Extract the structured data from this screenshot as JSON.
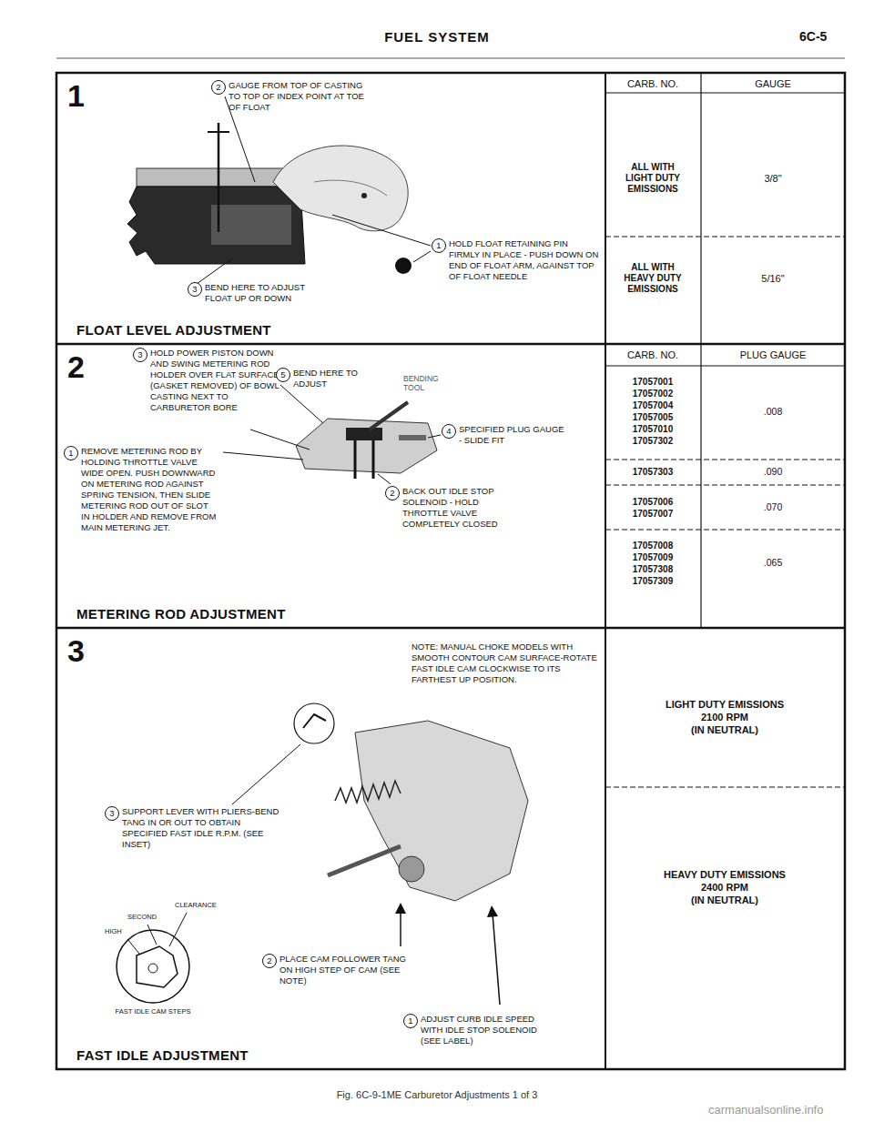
{
  "diagram": {
    "title": "FUEL SYSTEM",
    "caption": "Fig. 6C-9-1ME Carburetor Adjustments 1 of 3",
    "nodes": [
      {
        "text": [
          "1",
          "FLOAT LEVEL ADJUSTMENT"
        ]
      },
      {
        "text": [
          "2",
          "GAUGE FROM TOP OF CASTING TO TOP OF INDEX POINT AT TOE OF FLOAT"
        ],
        "in": 0
      },
      {
        "text": [
          "1",
          "HOLD FLOAT RETAINING PIN FIRMLY IN PLACE - PUSH DOWN ON END OF FLOAT ARM, AGAINST TOP OF FLOAT NEEDLE"
        ],
        "in": 0
      },
      {
        "text": [
          "3",
          "BEND HERE TO ADJUST FLOAT UP OR DOWN"
        ],
        "in": 0
      },
      {
        "text": [
          "2",
          "METERING ROD ADJUSTMENT"
        ]
      },
      {
        "text": [
          "3",
          "HOLD POWER PISTON DOWN AND SWING METERING ROD HOLDER OVER FLAT SURFACE (GASKET REMOVED) OF BOWL CASTING NEXT TO CARBURETOR BORE"
        ],
        "in": 4
      },
      {
        "text": [
          "5",
          "BEND HERE TO ADJUST"
        ],
        "in": 4
      },
      {
        "text": [
          "1",
          "REMOVE METERING ROD BY HOLDING THROTTLE VALVE WIDE OPEN. PUSH DOWNWARD ON METERING ROD AGAINST SPRING TENSION, THEN SLIDE METERING ROD OUT OF SLOT IN HOLDER AND REMOVE FROM MAIN METERING JET."
        ],
        "in": 4
      },
      {
        "text": [
          "4",
          "SPECIFIED PLUG GAUGE - SLIDE FIT"
        ],
        "in": 4
      },
      {
        "text": [
          "2",
          "BACK OUT IDLE STOP SOLENOID - HOLD THROTTLE VALVE COMPLETELY CLOSED"
        ],
        "in": 4
      },
      {
        "text": [
          "3",
          "FAST IDLE ADJUSTMENT"
        ]
      },
      {
        "text": [
          "3",
          "SUPPORT LEVER WITH PLIERS-BEND TANG IN OR OUT TO OBTAIN SPECIFIED FAST IDLE R.P.M. (SEE INSET)"
        ],
        "in": 10
      },
      {
        "text": [
          "2",
          "PLACE CAM FOLLOWER TANG ON HIGH STEP OF CAM (SEE NOTE)"
        ],
        "in": 10
      },
      {
        "text": [
          "1",
          "ADJUST CURB IDLE SPEED WITH IDLE STOP SOLENOID (SEE LABEL)"
        ],
        "in": 10
      }
    ],
    "labels": [
      "6C-5",
      "BENDING TOOL",
      "NOTE: MANUAL CHOKE MODELS WITH SMOOTH CONTOUR CAM SURFACE-ROTATE FAST IDLE CAM CLOCKWISE TO ITS FARTHEST UP POSITION.",
      "CLEARANCE",
      "SECOND",
      "HIGH",
      "FAST IDLE CAM STEPS",
      "CARB. NO.",
      "GAUGE",
      "ALL WITH LIGHT DUTY EMISSIONS",
      "3/8\"",
      "ALL WITH HEAVY DUTY EMISSIONS",
      "5/16\"",
      "CARB. NO.",
      "PLUG GAUGE",
      "17057001 17057002 17057004 17057005 17057010 17057302",
      ".008",
      "17057303",
      ".090",
      "17057006 17057007",
      ".070",
      "17057008 17057009 17057308 17057309",
      ".065",
      "LIGHT DUTY EMISSIONS",
      "2100 RPM",
      "(IN NEUTRAL)",
      "HEAVY DUTY EMISSIONS",
      "2400 RPM",
      "(IN NEUTRAL)",
      "carmanualsonline.info"
    ]
  }
}
